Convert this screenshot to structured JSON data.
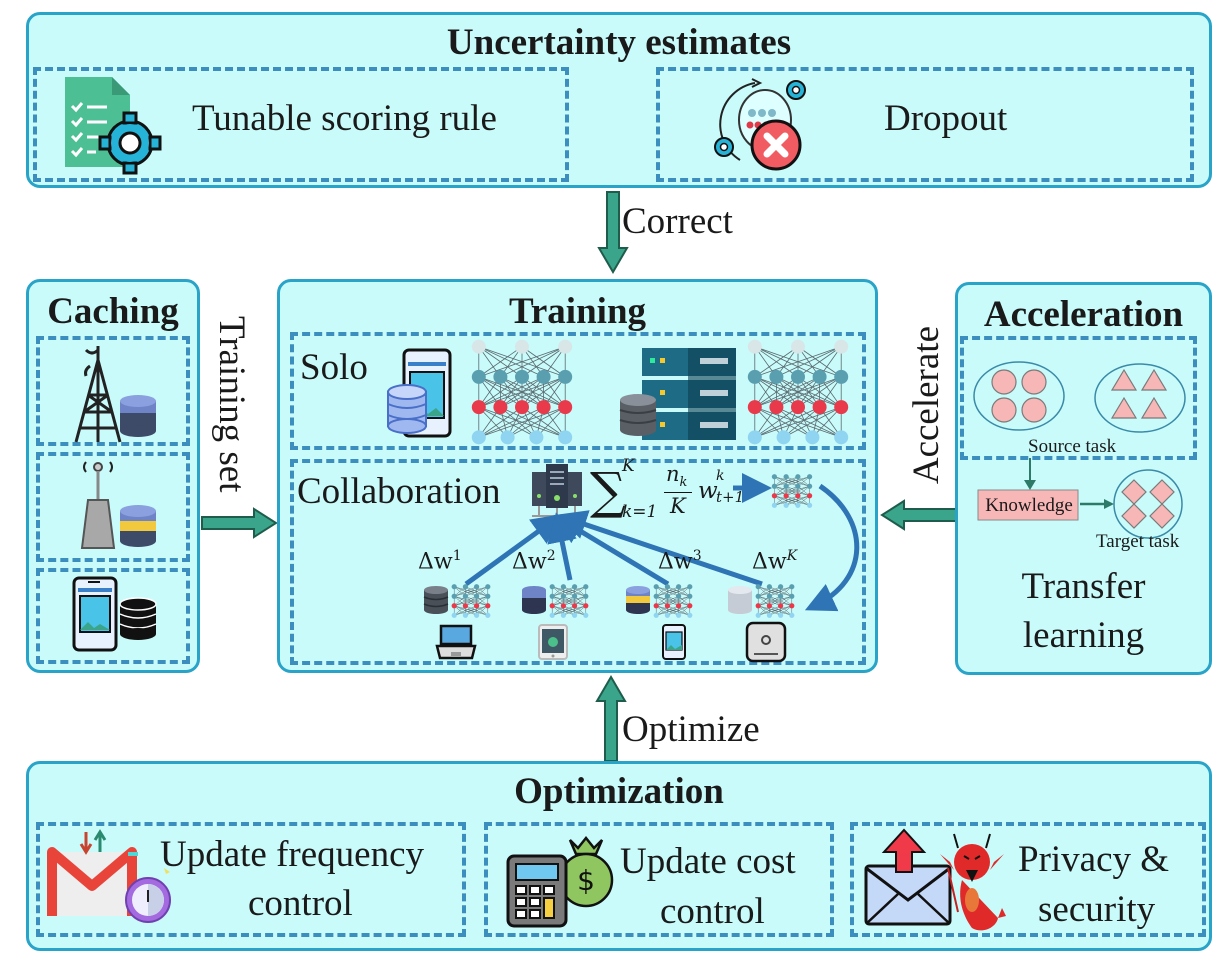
{
  "uncertainty": {
    "title": "Uncertainty estimates",
    "items": [
      {
        "label": "Tunable scoring rule",
        "icon": "checklist-gear-icon"
      },
      {
        "label": "Dropout",
        "icon": "network-dropout-icon"
      }
    ]
  },
  "arrows": {
    "correct": "Correct",
    "training_set": "Training set",
    "accelerate": "Accelerate",
    "optimize": "Optimize"
  },
  "caching": {
    "title": "Caching",
    "items": [
      {
        "icon": "cell-tower-icon",
        "storage": "database-icon"
      },
      {
        "icon": "wireless-router-icon",
        "storage": "database-icon"
      },
      {
        "icon": "smartphone-icon",
        "storage": "database-icon"
      }
    ]
  },
  "training": {
    "title": "Training",
    "solo": {
      "label": "Solo",
      "devices": [
        "smartphone-icon",
        "server-icon"
      ]
    },
    "collaboration": {
      "label": "Collaboration",
      "formula": {
        "sum": "∑",
        "upper": "K",
        "lower": "k=1",
        "num": "n",
        "num_sub": "k",
        "den": "K",
        "w": "w",
        "w_sup": "k",
        "w_sub": "t+1"
      },
      "updates": [
        {
          "label": "Δw",
          "sup": "1",
          "device": "laptop-icon"
        },
        {
          "label": "Δw",
          "sup": "2",
          "device": "tablet-icon"
        },
        {
          "label": "Δw",
          "sup": "3",
          "device": "smartphone-icon"
        },
        {
          "label": "Δw",
          "sup": "K",
          "device": "mini-pc-icon"
        }
      ]
    }
  },
  "acceleration": {
    "title": "Acceleration",
    "source_task": "Source task",
    "knowledge": "Knowledge",
    "target_task": "Target task",
    "method_line1": "Transfer",
    "method_line2": "learning"
  },
  "optimization": {
    "title": "Optimization",
    "items": [
      {
        "line1": "Update frequency",
        "line2": "control",
        "icon": "mail-timer-icon"
      },
      {
        "line1": "Update cost",
        "line2": "control",
        "icon": "calculator-money-icon"
      },
      {
        "line1": "Privacy &",
        "line2": "security",
        "icon": "mail-devil-icon"
      }
    ]
  },
  "colors": {
    "panel_bg": "#c9fbfb",
    "panel_border": "#2aa3c8",
    "dash": "#3b8ebd",
    "arrow_green": "#3a9a80",
    "flow_blue": "#2f74b5",
    "pink": "#f7b7b7"
  }
}
